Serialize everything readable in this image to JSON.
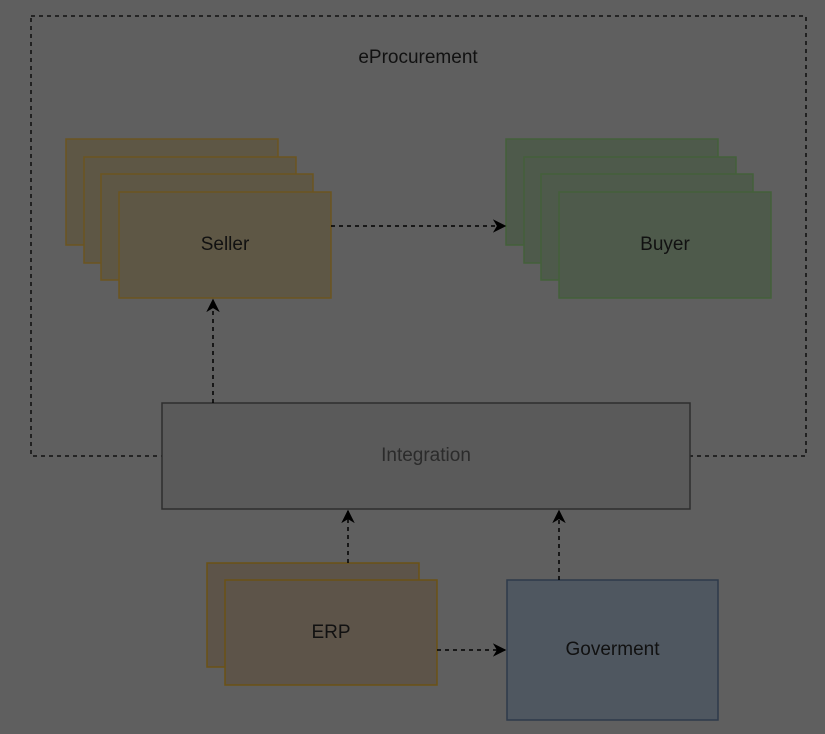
{
  "diagram": {
    "container_label": "eProcurement",
    "nodes": {
      "seller": {
        "label": "Seller",
        "fill": "#5e5745",
        "stroke": "#6b5520"
      },
      "buyer": {
        "label": "Buyer",
        "fill": "#4e5a4b",
        "stroke": "#44603a"
      },
      "integration": {
        "label": "Integration",
        "fill": "#5a5a5a",
        "stroke": "#2e2e2e"
      },
      "erp": {
        "label": "ERP",
        "fill": "#5d5449",
        "stroke": "#6b5215"
      },
      "government": {
        "label": "Goverment",
        "fill": "#4f5760",
        "stroke": "#2e3a4a"
      }
    },
    "edges": [
      {
        "from": "Seller",
        "to": "Buyer"
      },
      {
        "from": "Integration",
        "to": "Seller"
      },
      {
        "from": "ERP",
        "to": "Integration"
      },
      {
        "from": "Goverment",
        "to": "Integration"
      },
      {
        "from": "ERP",
        "to": "Goverment"
      }
    ]
  }
}
